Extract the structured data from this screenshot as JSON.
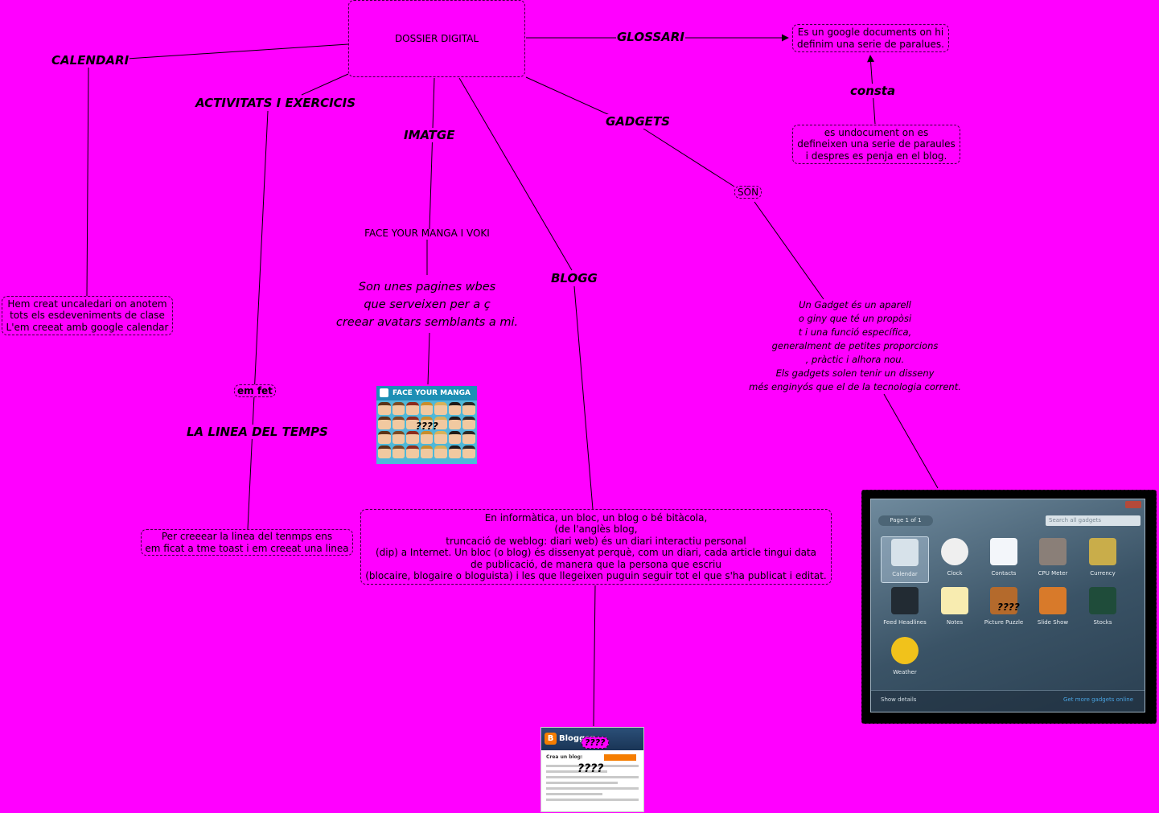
{
  "concepts": {
    "root": "DOSSIER DIGITAL",
    "glossari_desc": "Es un google documents on hi\ndefinim una serie de paralues.",
    "glossari_doc": "es undocument on es\ndefineixen una serie de paraules\ni despres es penja en el blog.",
    "calendari_desc": "Hem creat uncaledari on anotem\ntots els esdeveniments de clase\nL'em creeat amb google calendar",
    "face_your_manga": "FACE YOUR MANGA I VOKI",
    "imatge_desc": "Son unes pagines wbes\nque serveixen per a ç\ncreear avatars semblants a mi.",
    "gadget_desc": "Un Gadget és un aparell\no giny que té un propòsi\nt i una funció específica,\ngeneralment de petites proporcions\n, pràctic i alhora nou.\nEls gadgets solen tenir un disseny\nmés enginyós que el de la tecnologia corrent.",
    "linea_temps_desc": "Per creeear la linea del tenmps ens\nem ficat a tme toast i em creeat una linea",
    "blog_desc": "En informàtica, un bloc, un blog o bé bitàcola,\n(de l'anglès blog,\ntruncació de weblog: diari web) és un diari interactiu personal\n(dip) a Internet. Un bloc (o blog) és dissenyat perquè, com un diari, cada article tingui data\nde publicació, de manera que la persona que escriu\n(blocaire, blogaire o bloguista) i les que llegeixen puguin seguir tot el que s'ha publicat i editat."
  },
  "links": {
    "glossari": "GLOSSARI",
    "consta": "consta",
    "calendari": "CALENDARI",
    "activitats": "ACTIVITATS I EXERCICIS",
    "imatge": "IMATGE",
    "gadgets": "GADGETS",
    "son": "SÓN",
    "blogg": "BLOGG",
    "em_fet": "em fet",
    "linea_temps": "LA LINEA DEL TEMPS"
  },
  "images": {
    "manga_header": "FACE YOUR MANGA",
    "manga_placeholder": "????",
    "blogger_header": "Blogger",
    "blogger_create": "Crea un blog:",
    "blogger_placeholder_1": "????",
    "blogger_placeholder_2": "????",
    "gadget_placeholder": "????"
  },
  "gadget_window": {
    "page_label": "Page 1 of 1",
    "search_placeholder": "Search all gadgets",
    "show_details": "Show details",
    "get_more": "Get more gadgets online",
    "items": [
      {
        "label": "Calendar",
        "color": "#d7e2ea"
      },
      {
        "label": "Clock",
        "color": "#efefef"
      },
      {
        "label": "Contacts",
        "color": "#f3f6fa"
      },
      {
        "label": "CPU Meter",
        "color": "#8a7f78"
      },
      {
        "label": "Currency",
        "color": "#c9ad4a"
      },
      {
        "label": "Feed Headlines",
        "color": "#222b33"
      },
      {
        "label": "Notes",
        "color": "#f8ecb0"
      },
      {
        "label": "Picture Puzzle",
        "color": "#b46a2c"
      },
      {
        "label": "Slide Show",
        "color": "#d87a2a"
      },
      {
        "label": "Stocks",
        "color": "#1f4c3a"
      },
      {
        "label": "Weather",
        "color": "#f1c21b"
      }
    ]
  },
  "colors": {
    "background": "#ff00ff",
    "edge": "#000000"
  }
}
